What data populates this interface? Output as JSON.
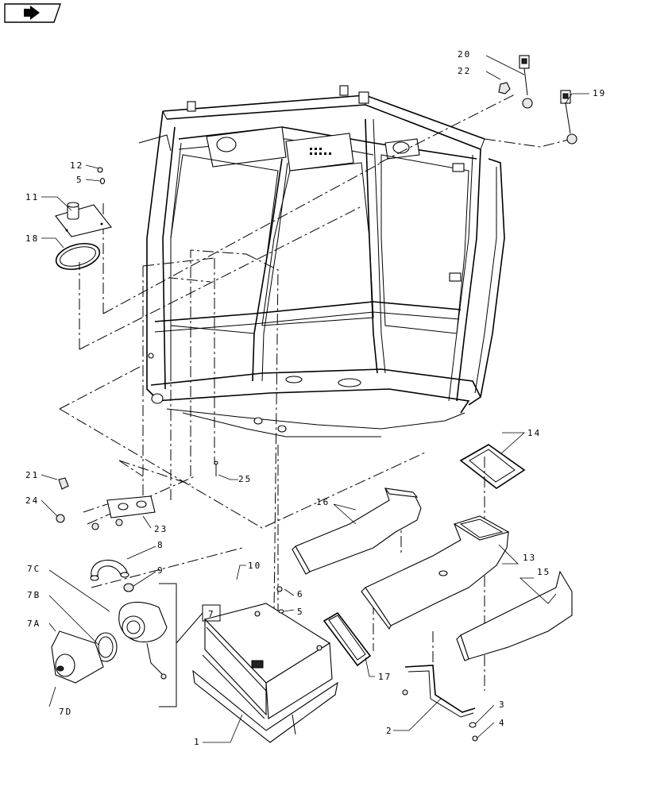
{
  "nav_icon": "back-arrow-icon",
  "callouts": [
    {
      "id": "c1",
      "text": "1"
    },
    {
      "id": "c2",
      "text": "2"
    },
    {
      "id": "c3",
      "text": "3"
    },
    {
      "id": "c4",
      "text": "4"
    },
    {
      "id": "c5a",
      "text": "5"
    },
    {
      "id": "c5b",
      "text": "5"
    },
    {
      "id": "c6",
      "text": "6"
    },
    {
      "id": "c7",
      "text": "7"
    },
    {
      "id": "c7a",
      "text": "7A"
    },
    {
      "id": "c7b",
      "text": "7B"
    },
    {
      "id": "c7c",
      "text": "7C"
    },
    {
      "id": "c7d",
      "text": "7D"
    },
    {
      "id": "c8",
      "text": "8"
    },
    {
      "id": "c9",
      "text": "9"
    },
    {
      "id": "c10",
      "text": "10"
    },
    {
      "id": "c11",
      "text": "11"
    },
    {
      "id": "c12",
      "text": "12"
    },
    {
      "id": "c13",
      "text": "13"
    },
    {
      "id": "c14",
      "text": "14"
    },
    {
      "id": "c15",
      "text": "15"
    },
    {
      "id": "c16",
      "text": "16"
    },
    {
      "id": "c17",
      "text": "17"
    },
    {
      "id": "c18",
      "text": "18"
    },
    {
      "id": "c19",
      "text": "19"
    },
    {
      "id": "c20",
      "text": "20"
    },
    {
      "id": "c21",
      "text": "21"
    },
    {
      "id": "c22",
      "text": "22"
    },
    {
      "id": "c23",
      "text": "23"
    },
    {
      "id": "c24",
      "text": "24"
    },
    {
      "id": "c25",
      "text": "25"
    }
  ]
}
